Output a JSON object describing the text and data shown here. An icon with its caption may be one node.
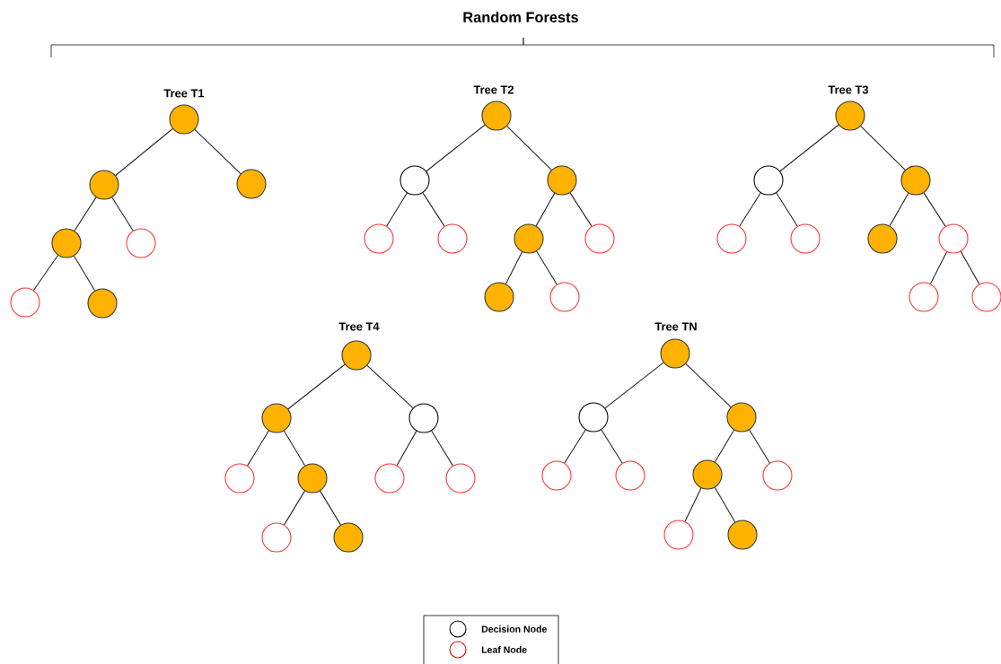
{
  "diagram": {
    "title": "Random Forests",
    "nodes": [
      {
        "text": [],
        "shape": "circle"
      },
      {
        "text": [],
        "shape": "circle"
      },
      {
        "text": [],
        "shape": "circle"
      },
      {
        "text": [],
        "shape": "circle"
      },
      {
        "text": [],
        "shape": "circle"
      },
      {
        "text": [],
        "shape": "circle"
      },
      {
        "text": [],
        "shape": "circle"
      },
      {
        "text": [],
        "shape": "circle"
      },
      {
        "text": [],
        "shape": "circle"
      },
      {
        "text": [],
        "shape": "circle"
      },
      {
        "text": [],
        "shape": "circle"
      },
      {
        "text": [],
        "shape": "circle"
      },
      {
        "text": [],
        "shape": "circle"
      },
      {
        "text": [],
        "shape": "circle"
      },
      {
        "text": [],
        "shape": "circle"
      },
      {
        "text": [],
        "shape": "circle"
      },
      {
        "text": [],
        "shape": "circle"
      },
      {
        "text": [],
        "shape": "circle"
      },
      {
        "text": [],
        "shape": "circle"
      },
      {
        "text": [],
        "shape": "circle"
      },
      {
        "text": [],
        "shape": "circle"
      },
      {
        "text": [],
        "shape": "circle"
      },
      {
        "text": [],
        "shape": "circle"
      },
      {
        "text": [],
        "shape": "circle"
      },
      {
        "text": [],
        "shape": "circle"
      },
      {
        "text": [],
        "shape": "circle"
      },
      {
        "text": [],
        "shape": "circle"
      },
      {
        "text": [],
        "shape": "circle"
      },
      {
        "text": [],
        "shape": "circle"
      },
      {
        "text": [],
        "shape": "circle"
      },
      {
        "text": [],
        "shape": "circle"
      },
      {
        "text": [],
        "shape": "circle"
      },
      {
        "text": [],
        "shape": "circle"
      },
      {
        "text": [],
        "shape": "circle"
      },
      {
        "text": [],
        "shape": "circle"
      },
      {
        "text": [],
        "shape": "circle"
      },
      {
        "text": [],
        "shape": "circle"
      },
      {
        "text": [],
        "shape": "circle"
      },
      {
        "text": [],
        "shape": "circle"
      },
      {
        "text": [],
        "shape": "circle"
      },
      {
        "text": [],
        "shape": "circle"
      },
      {
        "text": [],
        "shape": "circle"
      },
      {
        "text": [],
        "shape": "circle"
      }
    ],
    "edges": [
      {
        "from": 0,
        "to": 1,
        "arrow": "none"
      },
      {
        "from": 0,
        "to": 2,
        "arrow": "none"
      },
      {
        "from": 1,
        "to": 3,
        "arrow": "none"
      },
      {
        "from": 1,
        "to": 4,
        "arrow": "none"
      },
      {
        "from": 3,
        "to": 5,
        "arrow": "none"
      },
      {
        "from": 3,
        "to": 6,
        "arrow": "none"
      },
      {
        "from": 7,
        "to": 8,
        "arrow": "none"
      },
      {
        "from": 7,
        "to": 9,
        "arrow": "none"
      },
      {
        "from": 8,
        "to": 10,
        "arrow": "none"
      },
      {
        "from": 8,
        "to": 11,
        "arrow": "none"
      },
      {
        "from": 9,
        "to": 12,
        "arrow": "none"
      },
      {
        "from": 9,
        "to": 13,
        "arrow": "none"
      },
      {
        "from": 12,
        "to": 14,
        "arrow": "none"
      },
      {
        "from": 12,
        "to": 15,
        "arrow": "none"
      },
      {
        "from": 16,
        "to": 17,
        "arrow": "none"
      },
      {
        "from": 16,
        "to": 18,
        "arrow": "none"
      },
      {
        "from": 17,
        "to": 19,
        "arrow": "none"
      },
      {
        "from": 17,
        "to": 20,
        "arrow": "none"
      },
      {
        "from": 18,
        "to": 21,
        "arrow": "none"
      },
      {
        "from": 18,
        "to": 22,
        "arrow": "none"
      },
      {
        "from": 22,
        "to": 23,
        "arrow": "none"
      },
      {
        "from": 22,
        "to": 24,
        "arrow": "none"
      },
      {
        "from": 25,
        "to": 26,
        "arrow": "none"
      },
      {
        "from": 25,
        "to": 27,
        "arrow": "none"
      },
      {
        "from": 26,
        "to": 28,
        "arrow": "none"
      },
      {
        "from": 26,
        "to": 29,
        "arrow": "none"
      },
      {
        "from": 27,
        "to": 30,
        "arrow": "none"
      },
      {
        "from": 27,
        "to": 31,
        "arrow": "none"
      },
      {
        "from": 29,
        "to": 32,
        "arrow": "none"
      },
      {
        "from": 29,
        "to": 33,
        "arrow": "none"
      },
      {
        "from": 34,
        "to": 35,
        "arrow": "none"
      },
      {
        "from": 34,
        "to": 36,
        "arrow": "none"
      },
      {
        "from": 35,
        "to": 37,
        "arrow": "none"
      },
      {
        "from": 35,
        "to": 38,
        "arrow": "none"
      },
      {
        "from": 36,
        "to": 39,
        "arrow": "none"
      },
      {
        "from": 36,
        "to": 40,
        "arrow": "none"
      },
      {
        "from": 39,
        "to": 41,
        "arrow": "none"
      },
      {
        "from": 39,
        "to": 42,
        "arrow": "none"
      }
    ],
    "labels": [
      "Tree T1",
      "Tree T2",
      "Tree T3",
      "Tree T4",
      "Tree TN"
    ],
    "legend": [
      {
        "text": "Decision Node"
      },
      {
        "text": "Leaf Node"
      }
    ]
  }
}
